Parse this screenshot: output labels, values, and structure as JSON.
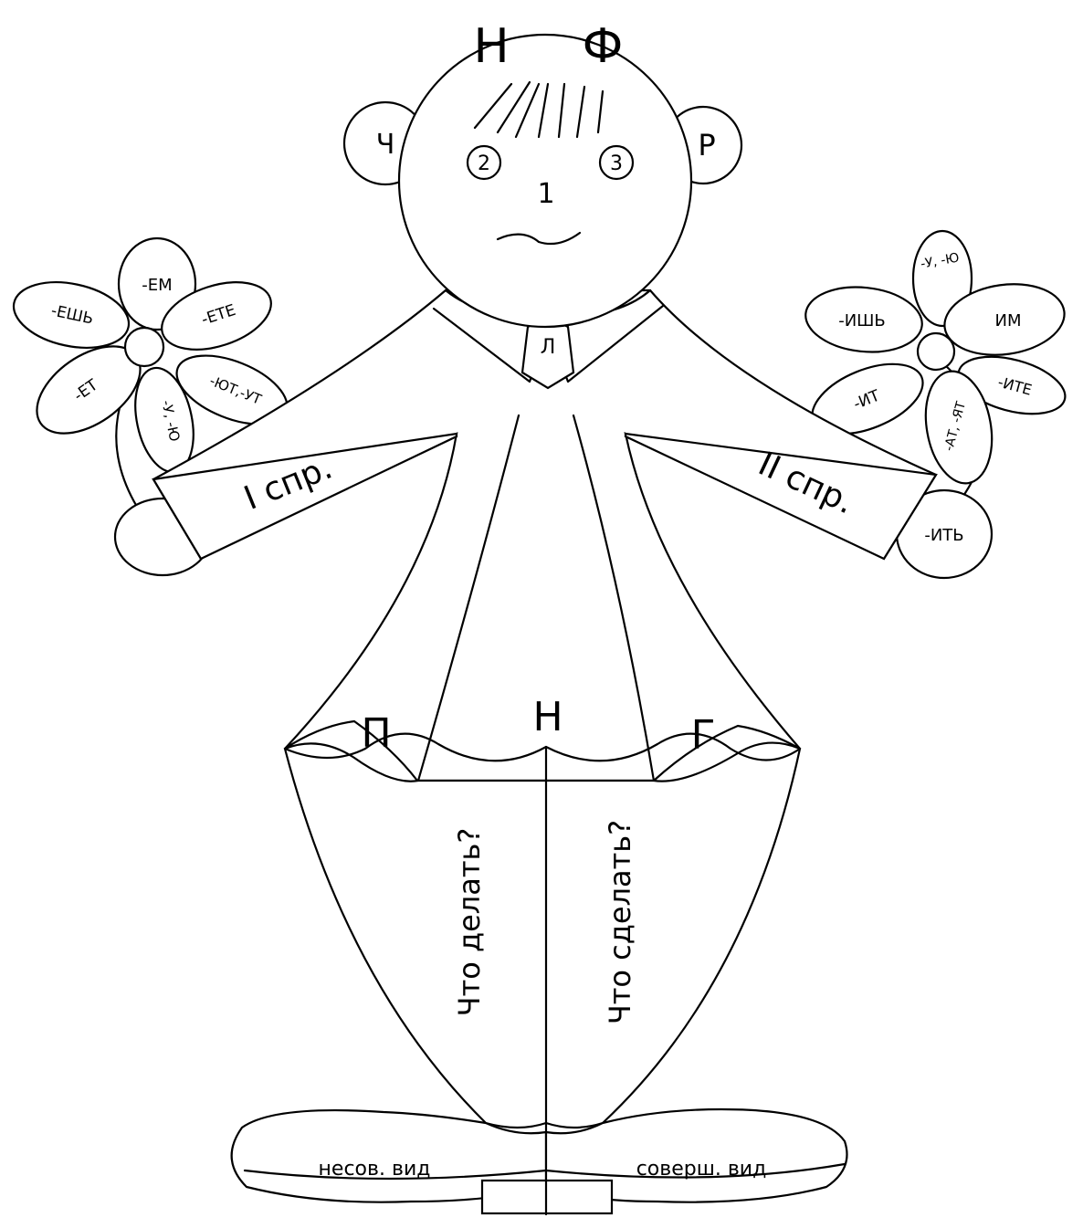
{
  "head": {
    "top_letters": [
      "Н",
      "Ф"
    ],
    "left_ear": "Ч",
    "right_ear": "Р",
    "left_eye": "2",
    "right_eye": "3",
    "nose": "1",
    "tie": "Л"
  },
  "left_flower": {
    "petals": [
      "-ЕМ",
      "-ЕТЕ",
      "-ЮТ,-УТ",
      "-У, -Ю",
      "-ЕТ",
      "-ЕШЬ"
    ]
  },
  "right_flower": {
    "petals": [
      "-У, -Ю",
      "ИМ",
      "-ИТЕ",
      "-АТ, -ЯТ",
      "-ИТ",
      "-ИШЬ"
    ],
    "extra_petal": "-ИТЬ"
  },
  "sleeves": {
    "left": "I спр.",
    "right": "II спр."
  },
  "waist_letters": [
    "П",
    "Н",
    "Г"
  ],
  "trousers": {
    "left": "Что делать?",
    "right": "Что сделать?"
  },
  "shoes": {
    "left": "несов. вид",
    "right": "соверш. вид"
  }
}
